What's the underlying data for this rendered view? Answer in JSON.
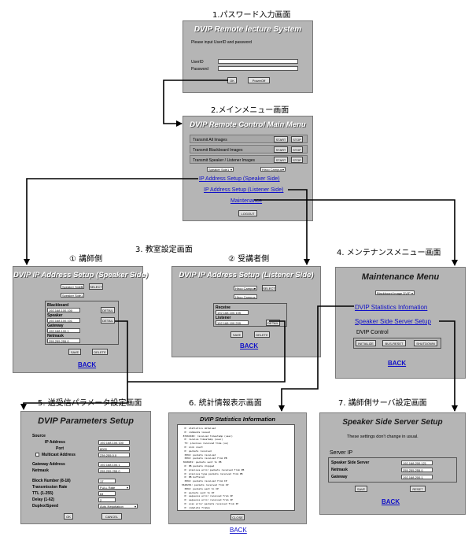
{
  "captions": {
    "s1": "1.パスワード入力画面",
    "s2": "2.メインメニュー画面",
    "s3": "3. 教室設定画面",
    "s3a": "① 講師側",
    "s3b": "② 受講者側",
    "s4": "4. メンテナンスメニュー画面",
    "s5": "5. 送受信パラメータ設定画面",
    "s6": "6. 統計情報表示画面",
    "s7": "7. 講師側サーバ設定画面"
  },
  "login": {
    "title": "DVIP Remote lecture System",
    "prompt": "Please input UserID and password",
    "userid_label": "UserID",
    "password_label": "Password",
    "ok": "OK",
    "poweroff": "PowerOff"
  },
  "main_menu": {
    "title": "DVIP Remote Control Main Menu",
    "rows": [
      {
        "label": "Transmit All Images",
        "start": "START",
        "stop": "STOP"
      },
      {
        "label": "Transmit Blackboard Images",
        "start": "START",
        "stop": "STOP"
      },
      {
        "label": "Transmit Speaker / Listener Images",
        "start": "START",
        "stop": "STOP"
      }
    ],
    "speaker_select": "Speaker Side1",
    "listener_select": "Hiroo Campus",
    "link_speaker": "IP Address Setup (Speaker Side)",
    "link_listener": "IP Address Setup (Listener Side)",
    "link_maintenance": "Maintenance",
    "logout": "LOGOUT"
  },
  "speaker_setup": {
    "title": "DVIP IP Address Setup (Speaker Side)",
    "select": "Speaker Side1",
    "select_btn": "SELECT",
    "name_value": "Speaker Side1",
    "blackboard_label": "Blackboard",
    "blackboard_value": "192.168.100.100",
    "speaker_label": "Speaker",
    "speaker_value": "192.168.100.101",
    "gateway_label": "Gateway",
    "gateway_value": "192.168.100.1",
    "netmask_label": "Netmask",
    "netmask_value": "255.255.255.0",
    "detail": "DETAIL",
    "save": "SAVE",
    "delete": "DELETE",
    "back": "BACK"
  },
  "listener_setup": {
    "title": "DVIP IP Address Setup (Listener Side)",
    "select": "Hiroo Campus",
    "select_btn": "SELECT",
    "name_value": "Hiroo Campus",
    "receive_label": "Receive",
    "receive_value": "192.168.100.105",
    "listener_label": "Listener",
    "listener_value": "192.168.100.209",
    "detail": "DETAIL",
    "save": "SAVE",
    "delete": "DELETE",
    "back": "BACK"
  },
  "maintenance": {
    "title": "Maintenance Menu",
    "select": "Blackboard Image DVIP",
    "link_stats": "DVIP Statistics Infomation",
    "link_server": "Speaker Side Server Setup",
    "control_label": "DVIP Control",
    "initialize": "INITIALIZE",
    "bus_reset": "BUS-RESET",
    "shutdown": "SHUTDOWN",
    "back": "BACK"
  },
  "params": {
    "title": "DVIP Parameters Setup",
    "source_label": "Source",
    "ip_label": "IP Address",
    "ip_value": "192.168.100.100",
    "port_label": "Port",
    "port_value": "8000",
    "multicast_label": "Multicast Address",
    "multicast_value": "239.255.0.0",
    "gateway_label": "Gateway Address",
    "gateway_value": "192.168.100.1",
    "netmask_label": "Netmask",
    "netmask_value": "255.255.255.0",
    "block_label": "Block Number (8-18)",
    "block_value": "17",
    "rate_label": "Transmission Rate",
    "rate_value": "FULL Rate",
    "ttl_label": "TTL (1-255)",
    "ttl_value": "64",
    "delay_label": "Delay (1-62)",
    "delay_value": "2",
    "duplex_label": "Duplex/Speed",
    "duplex_value": "Auto-Negotiation",
    "ok": "OK",
    "cancel": "CANCEL"
  },
  "stats": {
    "title": "DVIP Statistics Information",
    "lines": [
      "   0: statistics obtained",
      "   0: commands issued",
      "  87661049: received timestamp (usec)",
      "   0: receive timestamp (usec)",
      "   75: previous received time (us)",
      "   0: Link count",
      "   0: packets received",
      "   3094: packets received",
      "   3094: packets received from PB",
      "  3648201: packets sent to PB",
      "   0: PB packets dropped",
      "   0: previous error packets received from PB",
      "   0: previous type packets received from PB",
      "   0: PB buffered",
      "   3094: packets received from IP",
      " 3648201: packets received from IP",
      "   3094: packets sent to IP",
      "   0: packets sent to IP",
      "   0: sequence error received from IP",
      "   0: sequence error received from IP",
      "   0: scan error packets received from IP",
      "   0: complete frames",
      "   0: incomplete/discarded frames",
      "   0: no such frames",
      "   0: packets in frame buffer",
      "   0: packets in negotiation queue",
      "   28941: free ditch",
      "   0: no available ring packet"
    ],
    "close": "CLOSE",
    "back": "BACK"
  },
  "server": {
    "title": "Speaker Side Server Setup",
    "note": "These settings don't change in usual.",
    "section": "Server IP",
    "server_label": "Speaker Side Server",
    "server_value": "192.168.200.121",
    "netmask_label": "Netmask",
    "netmask_value": "255.255.255.0",
    "gateway_label": "Gateway",
    "gateway_value": "192.168.200.1",
    "save": "SAVE",
    "reset": "RESET",
    "back": "BACK"
  }
}
